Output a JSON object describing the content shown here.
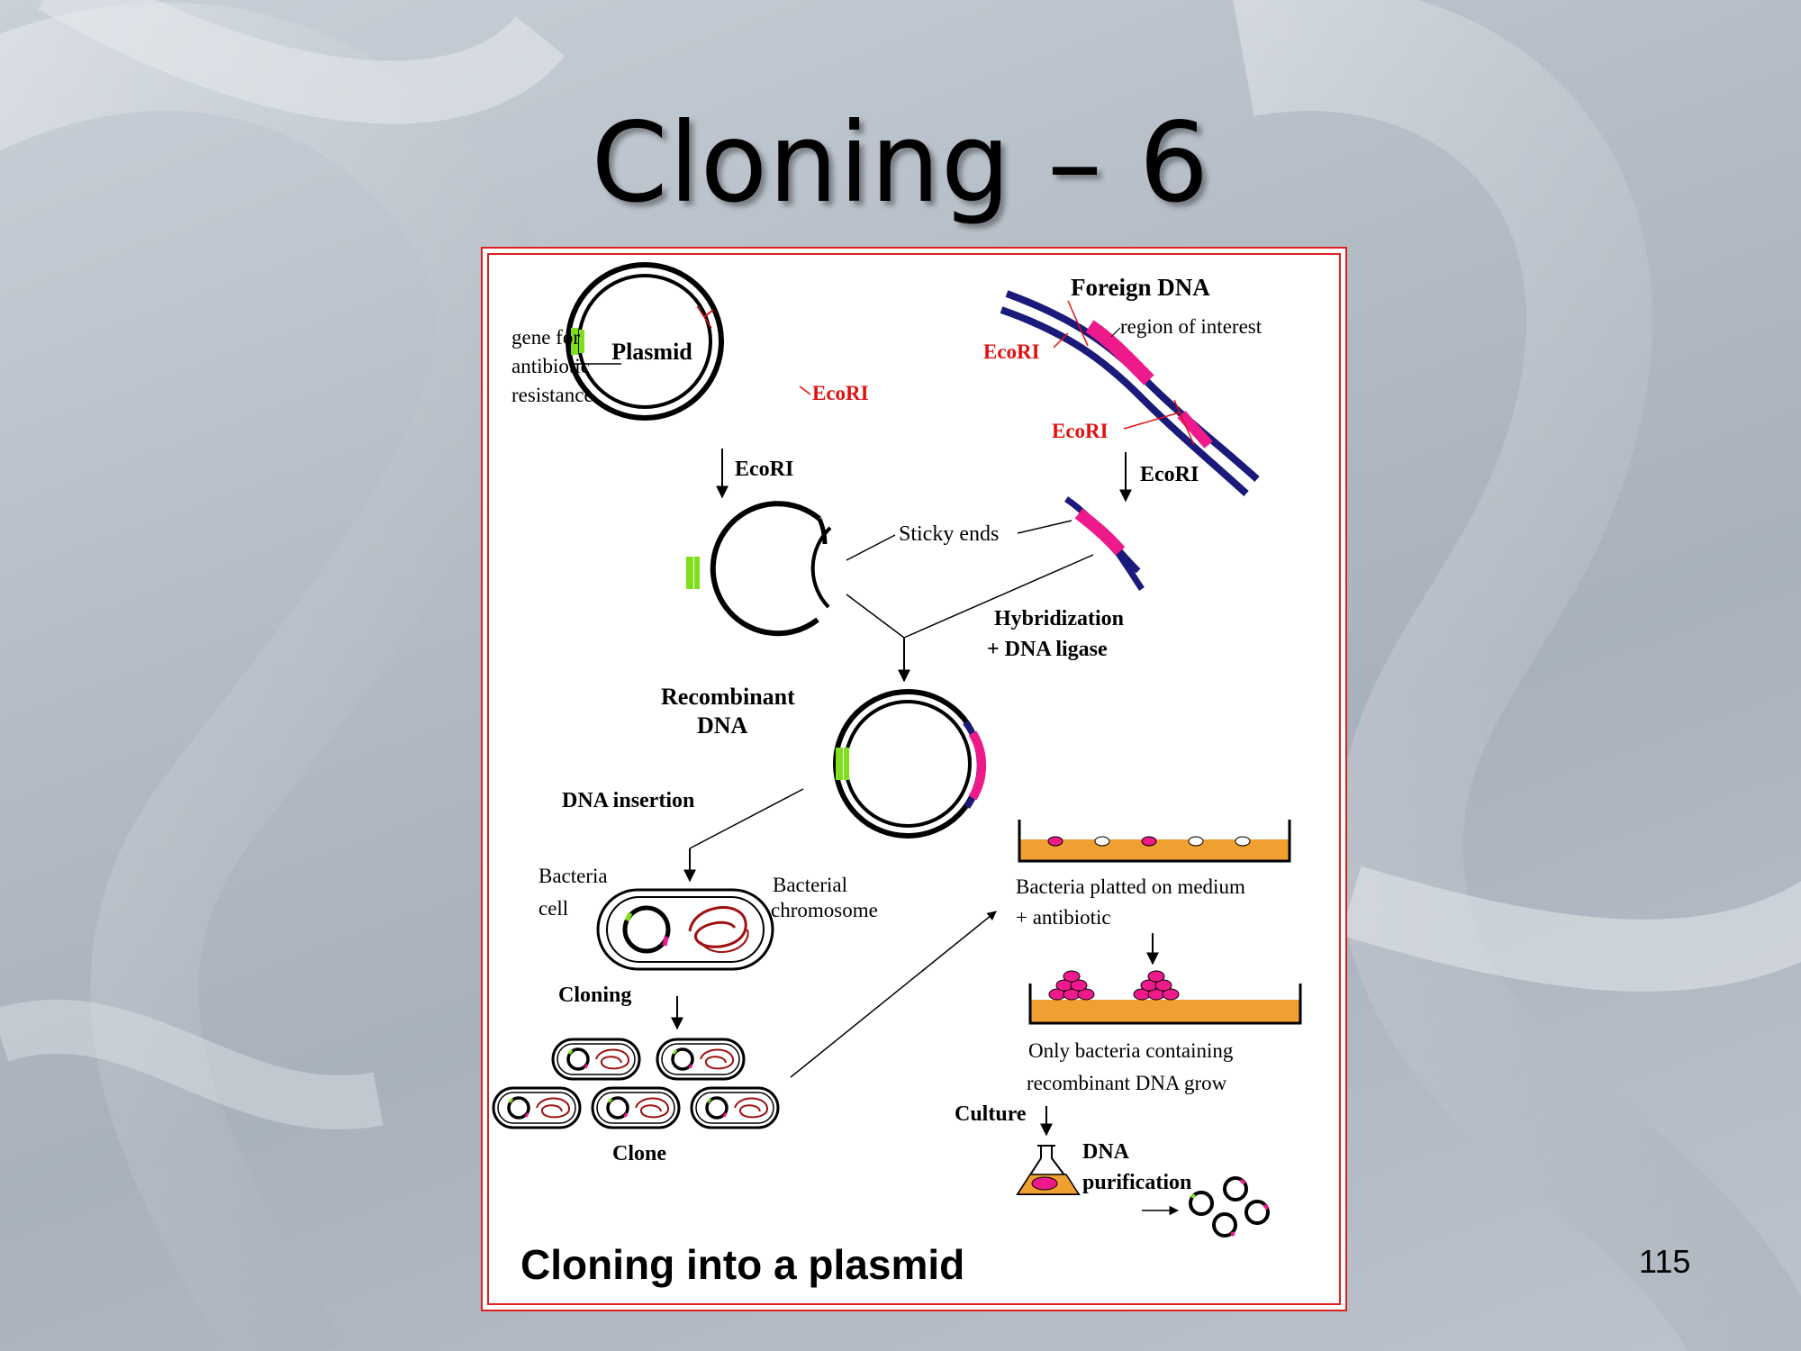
{
  "slide": {
    "title": "Cloning – 6",
    "number": "115"
  },
  "figure": {
    "caption": "Cloning into a plasmid",
    "plasmid": "Plasmid",
    "gene_label": [
      "gene for",
      "antibiotic",
      "resistance"
    ],
    "ecori_plasmid": "EcoRI",
    "step_ecori_left": "EcoRI",
    "foreign_dna": "Foreign DNA",
    "region_of_interest": "region of interest",
    "ecori_foreign_top": "EcoRI",
    "ecori_foreign_bottom": "EcoRI",
    "step_ecori_right": "EcoRI",
    "sticky_ends": "Sticky ends",
    "hybridization": [
      "Hybridization",
      "+ DNA ligase"
    ],
    "recombinant": [
      "Recombinant",
      "DNA"
    ],
    "dna_insertion": "DNA insertion",
    "bacteria_cell": [
      "Bacteria",
      "cell"
    ],
    "bacterial_chromosome": [
      "Bacterial",
      "chromosome"
    ],
    "cloning": "Cloning",
    "clone": "Clone",
    "plated": [
      "Bacteria platted on medium",
      "+ antibiotic"
    ],
    "only_bacteria": [
      "Only bacteria containing",
      "recombinant DNA grow"
    ],
    "culture": "Culture",
    "dna_purification": [
      "DNA",
      "purification"
    ]
  },
  "colors": {
    "frame": "#e02020",
    "ecori_text": "#e01010",
    "dna_strand": "#1a1a7a",
    "insert": "#ee1a8c",
    "resistance_gene": "#7ee01c",
    "medium": "#f0a030"
  }
}
